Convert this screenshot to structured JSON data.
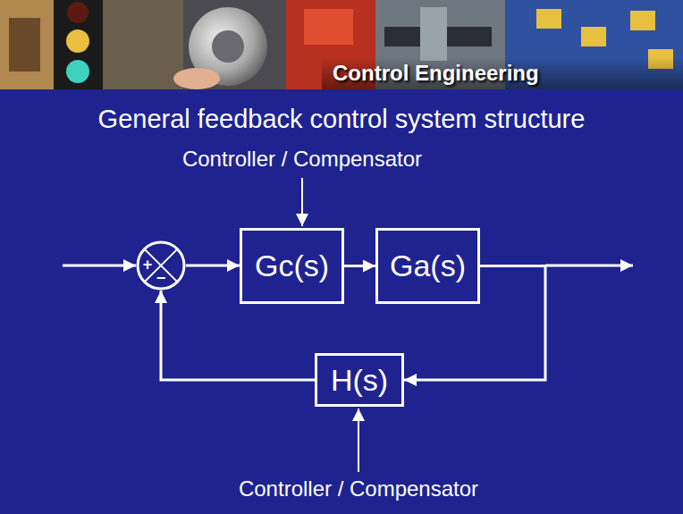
{
  "diagram": {
    "title": "General feedback control system structure",
    "nodes": [
      {
        "text": [
          "+",
          "−"
        ]
      },
      {
        "text": [
          "Gc(s)"
        ]
      },
      {
        "text": [
          "Ga(s)"
        ]
      },
      {
        "text": [
          "H(s)"
        ]
      }
    ],
    "edges": [
      {
        "from": 0,
        "to": 1,
        "arrow": "to"
      },
      {
        "from": 1,
        "to": 2,
        "arrow": "to"
      },
      {
        "from": 2,
        "to": 3,
        "arrow": "to"
      },
      {
        "from": 3,
        "to": 0,
        "arrow": "to"
      }
    ],
    "labels": [
      "Control Engineering",
      "Controller / Compensator",
      "Controller / Compensator"
    ]
  }
}
